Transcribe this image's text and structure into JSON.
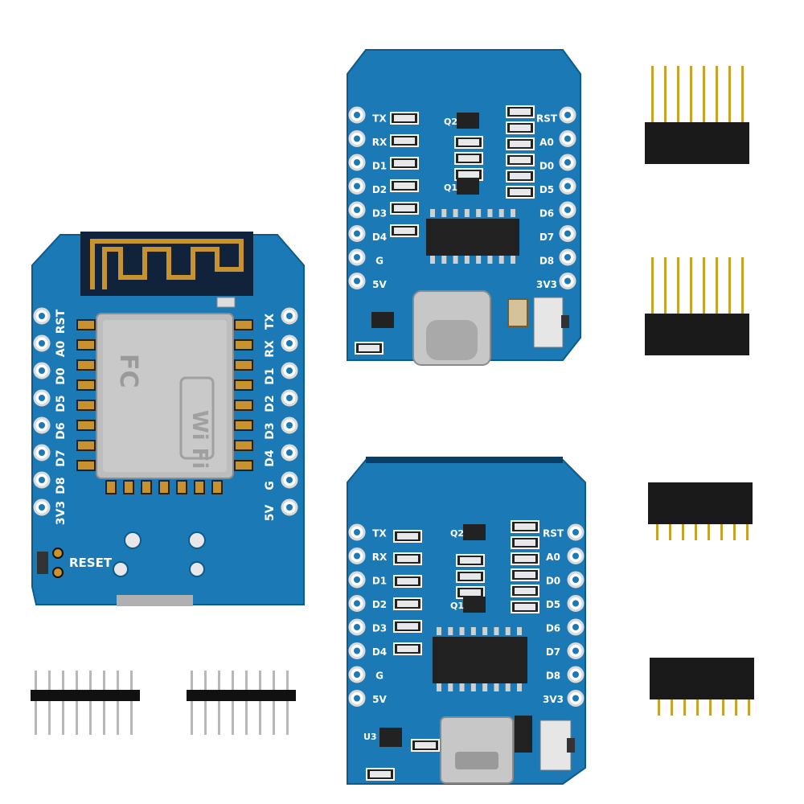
{
  "colors": {
    "background": "#ffffff",
    "pcb": "#1b7ab5",
    "pcb_edge": "#0f5a8c",
    "silkscreen": "#ffffff",
    "copper": "#c8922e",
    "chip": "#222222",
    "shield": "#bdbdbd",
    "header_plastic": "#1a1a1a",
    "header_pin": "#c9a227"
  },
  "board_esp": {
    "left_pins": [
      "RST",
      "A0",
      "D0",
      "D5",
      "D6",
      "D7",
      "D8",
      "3V3"
    ],
    "right_pins": [
      "TX",
      "RX",
      "D1",
      "D2",
      "D3",
      "D4",
      "G",
      "5V"
    ],
    "reset_label": "RESET",
    "shield_marks": [
      "FC",
      "Wi Fi"
    ]
  },
  "board_typec": {
    "left_pins": [
      "TX",
      "RX",
      "D1",
      "D2",
      "D3",
      "D4",
      "G",
      "5V"
    ],
    "right_pins": [
      "RST",
      "A0",
      "D0",
      "D5",
      "D6",
      "D7",
      "D8",
      "3V3"
    ],
    "component_labels": [
      "Q2",
      "Q1"
    ]
  },
  "board_micro": {
    "left_pins": [
      "TX",
      "RX",
      "D1",
      "D2",
      "D3",
      "D4",
      "G",
      "5V"
    ],
    "right_pins": [
      "RST",
      "A0",
      "D0",
      "D5",
      "D6",
      "D7",
      "D8",
      "3V3"
    ],
    "component_labels": [
      "Q2",
      "Q1",
      "U3"
    ]
  },
  "headers": {
    "female_pins_up": 2,
    "female_pins_down": 2,
    "male_strips": 2,
    "pins_per_header": 8
  }
}
